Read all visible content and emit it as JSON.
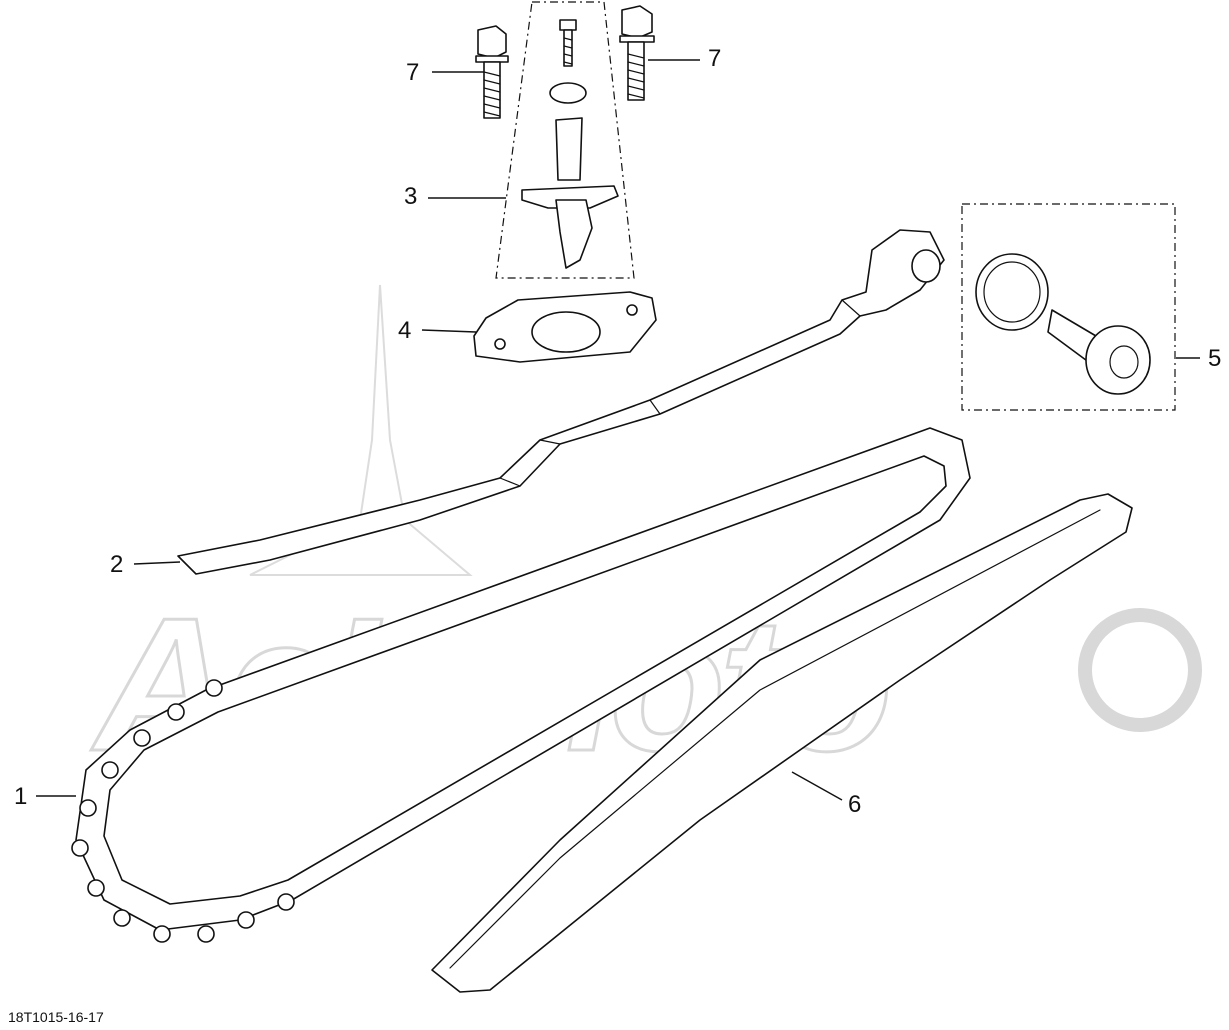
{
  "callouts": {
    "c1": "1",
    "c2": "2",
    "c3": "3",
    "c4": "4",
    "c5": "5",
    "c6": "6",
    "c7_left": "7",
    "c7_right": "7"
  },
  "diagram_code": "18T1015-16-17",
  "watermark": {
    "text": "AeHMoto"
  },
  "colors": {
    "line": "#111111",
    "watermark": "#d8d8d8",
    "background": "#ffffff"
  }
}
